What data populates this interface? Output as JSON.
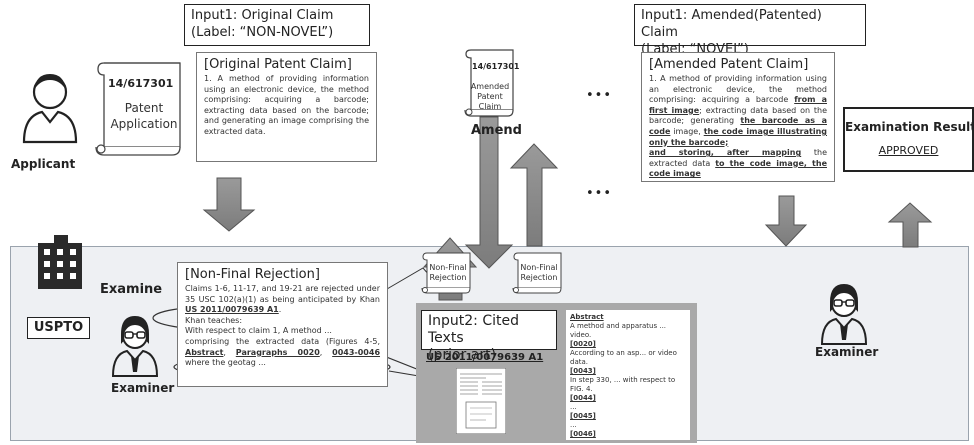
{
  "top_left_input": {
    "line1": "Input1: Original Claim",
    "line2": "(Label: “NON-NOVEL”)"
  },
  "top_right_input": {
    "line1": "Input1: Amended(Patented) Claim",
    "line2": "(Label: “NOVEL”)"
  },
  "applicant_label": "Applicant",
  "patent_app_scroll": {
    "number": "14/617301",
    "line1": "Patent",
    "line2": "Application"
  },
  "original_claim": {
    "heading": "[Original Patent Claim]",
    "body": "1. A method of providing information using an electronic device, the method comprising: acquiring a barcode; extracting data based on the barcode; and generating an image comprising the extracted data."
  },
  "amended_scroll": {
    "number": "14/617301",
    "line1": "Amended",
    "line2": "Patent",
    "line3": "Claim"
  },
  "amend_label": "Amend",
  "ellipsis": "•••",
  "amended_claim": {
    "heading": "[Amended Patent Claim]",
    "p1": "1. A method of providing information using an electronic device, the method comprising: acquiring a barcode ",
    "u1": "from a first image",
    "p2": "; extracting data based on the barcode; generating ",
    "u2": "the barcode as a code",
    "p3": " image, ",
    "u3": "the code image illustrating only the barcode;",
    "u4": "and storing, after mapping",
    "p4": " the extracted data ",
    "u5": "to the code image, the code image"
  },
  "exam_result": {
    "title": "Examination Result",
    "value": "APPROVED"
  },
  "uspto": {
    "label": "USPTO",
    "examine": "Examine"
  },
  "examiner_left": "Examiner",
  "examiner_right": "Examiner",
  "rejection": {
    "heading": "[Non-Final Rejection]",
    "p1": "Claims 1-6, 11-17, and 19-21 are rejected under 35 USC 102(a)(1) as being anticipated by Khan ",
    "cite": "US 2011/0079639 A1",
    "p2": ".",
    "p3": "Khan teaches:",
    "p4": "With respect to claim 1, A method ...",
    "p5": "comprising the extracted data (Figures 4-5, ",
    "ref1": "Abstract",
    "ref2": "Paragraphs 0020",
    "ref3": "0043-0046",
    "p6": " where the geotag ..."
  },
  "nonfinal_scroll_1": {
    "line1": "Non-Final",
    "line2": "Rejection"
  },
  "nonfinal_scroll_2": {
    "line1": "Non-Final",
    "line2": "Rejection"
  },
  "cited": {
    "line1": "Input2: Cited Texts",
    "line2": "(prior art)",
    "patent": "US 2011/0079639 A1"
  },
  "abstract_panel": {
    "title": "Abstract",
    "t1": "A method and apparatus ... video.",
    "p0020": "[0020]",
    "t2": "According to an asp... or video data.",
    "p0043": "[0043]",
    "t3": "In step 330, ... with respect to FIG. 4.",
    "p0044": "[0044]",
    "dots1": "...",
    "p0045": "[0045]",
    "dots2": "...",
    "p0046": "[0046]",
    "dots3": "..."
  }
}
